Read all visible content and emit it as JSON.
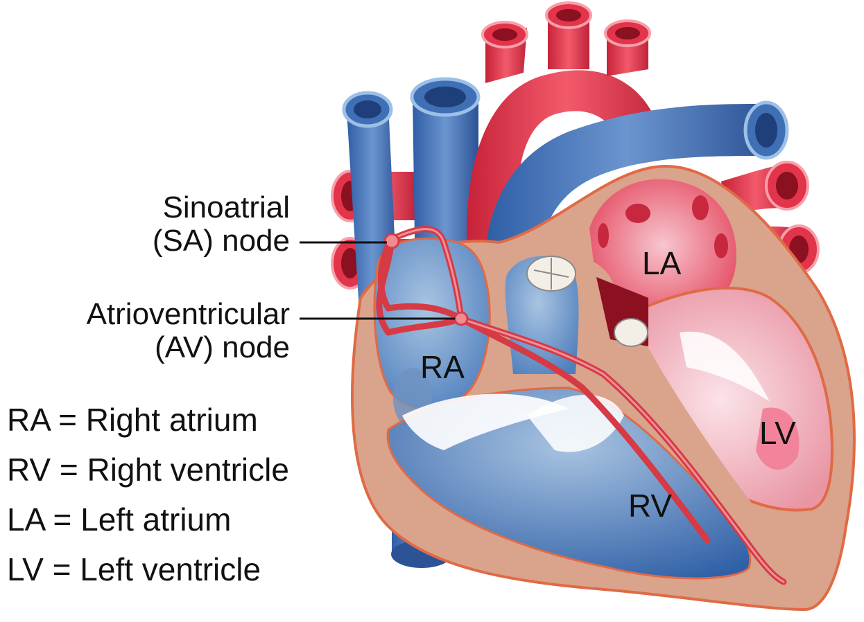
{
  "labels": {
    "sa_node": [
      "Sinoatrial",
      "(SA) node"
    ],
    "av_node": [
      "Atrioventricular",
      "(AV) node"
    ]
  },
  "chambers": {
    "ra": "RA",
    "rv": "RV",
    "la": "LA",
    "lv": "LV"
  },
  "legend": [
    "RA = Right atrium",
    "RV = Right ventricle",
    "LA = Left atrium",
    "LV = Left ventricle"
  ],
  "colors": {
    "artery_red": "#e2344a",
    "vein_blue": "#3f6fb5",
    "wall_tan": "#d9a38c",
    "wall_outline": "#e06a45",
    "conduction_red": "#d63a45",
    "left_chamber_pink": "#f0a0ae",
    "right_chamber_blue": "#7fa3cc"
  }
}
